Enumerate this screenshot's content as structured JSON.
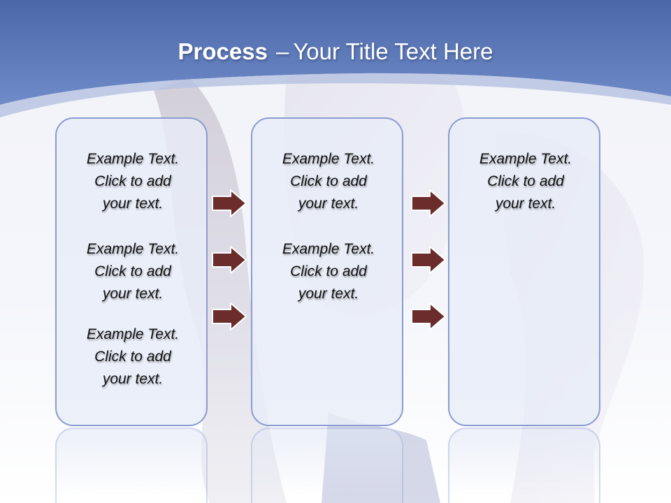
{
  "slide": {
    "title_bold": "Process",
    "title_separator": "–",
    "title_rest": "Your Title Text Here"
  },
  "columns": [
    {
      "items": [
        {
          "line1": "Example Text.",
          "line2": "Click  to add",
          "line3": "your text."
        },
        {
          "line1": "Example Text.",
          "line2": "Click  to add",
          "line3": "your text."
        },
        {
          "line1": "Example Text.",
          "line2": "Click  to add",
          "line3": "your text."
        }
      ]
    },
    {
      "items": [
        {
          "line1": "Example Text.",
          "line2": "Click  to add",
          "line3": "your text."
        },
        {
          "line1": "Example Text.",
          "line2": "Click  to add",
          "line3": "your text."
        }
      ]
    },
    {
      "items": [
        {
          "line1": "Example Text.",
          "line2": "Click  to add",
          "line3": "your text."
        }
      ]
    }
  ],
  "colors": {
    "header": "#5a76b4",
    "box_border": "#8a9cd0",
    "arrow_fill": "#6b2c2c"
  },
  "icons": [
    "right-arrow-icon"
  ]
}
